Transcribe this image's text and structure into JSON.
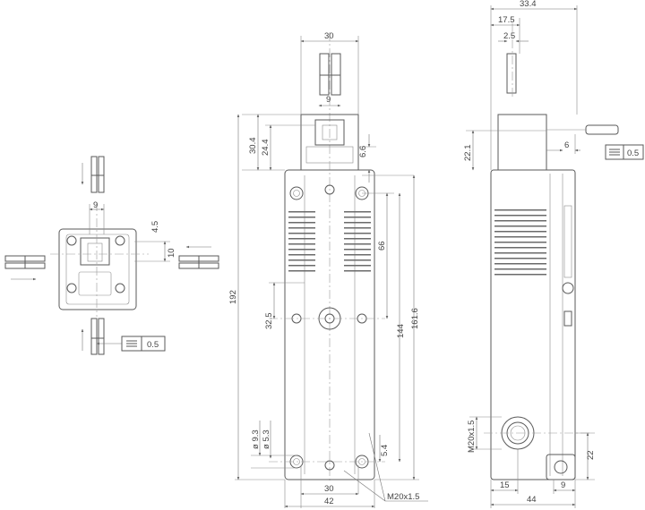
{
  "drawing": {
    "top_view": {
      "dim_width": "9",
      "dim_height_small": "4.5",
      "dim_height": "10",
      "flatness_value": "0.5"
    },
    "front_view": {
      "dim_top_width": "30",
      "dim_slot": "9",
      "dim_head_outer": "30.4",
      "dim_head_inner": "24.4",
      "dim_head_small": "6.6",
      "dim_total_height": "192",
      "dim_upper_pitch": "66",
      "dim_mid_offset": "32.5",
      "dim_lower_pitch": "144",
      "dim_overall_pitch": "161.6",
      "dim_hole_outer": "ø 9.3",
      "dim_hole_inner": "ø 5.3",
      "dim_bottom_small": "5.4",
      "dim_bottom_inner": "30",
      "dim_bottom_outer": "42",
      "thread_label": "M20x1.5"
    },
    "side_view": {
      "dim_top_total": "33.4",
      "dim_top_mid": "17.5",
      "dim_top_small": "2.5",
      "dim_head": "22.1",
      "dim_key_offset": "6",
      "flatness_value": "0.5",
      "thread_label": "M20x1.5",
      "dim_conduit_height": "22",
      "dim_conduit_offset": "15",
      "dim_bottom_total": "44",
      "dim_bottom_right": "9"
    }
  }
}
